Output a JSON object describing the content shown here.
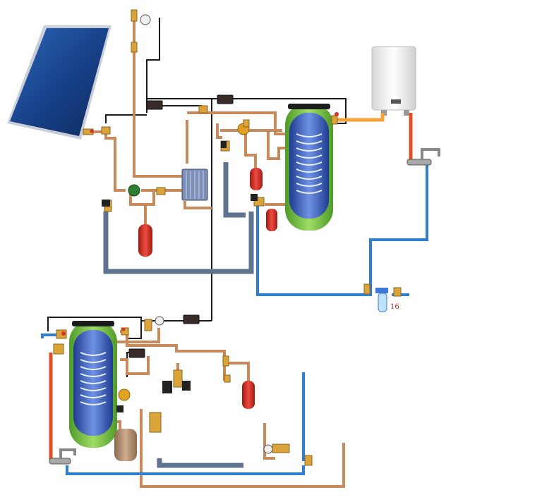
{
  "labels": {
    "filter_number": "16"
  },
  "colors": {
    "hot_pipe": "#e2502b",
    "gas_pipe": "#f3a23a",
    "cold_pipe": "#2f7fd0",
    "copper_pipe": "#c98a5b",
    "drain_pipe": "#5f7391",
    "control_wire": "#1a1a1a",
    "tank_jacket": "#7cc24a",
    "tank_body": "#3b5fc0",
    "expansion_vessel": "#d63027",
    "brass_fitting": "#d9a53a",
    "solar_panel": "#1f4f9a"
  },
  "components": {
    "solar_collector": "solar-collector",
    "boiler": "wall-gas-boiler",
    "upper_tank": "indirect-tank-upper",
    "lower_tank": "indirect-tank-lower",
    "plate_exchanger": "plate-heat-exchanger",
    "filter": "water-filter"
  }
}
